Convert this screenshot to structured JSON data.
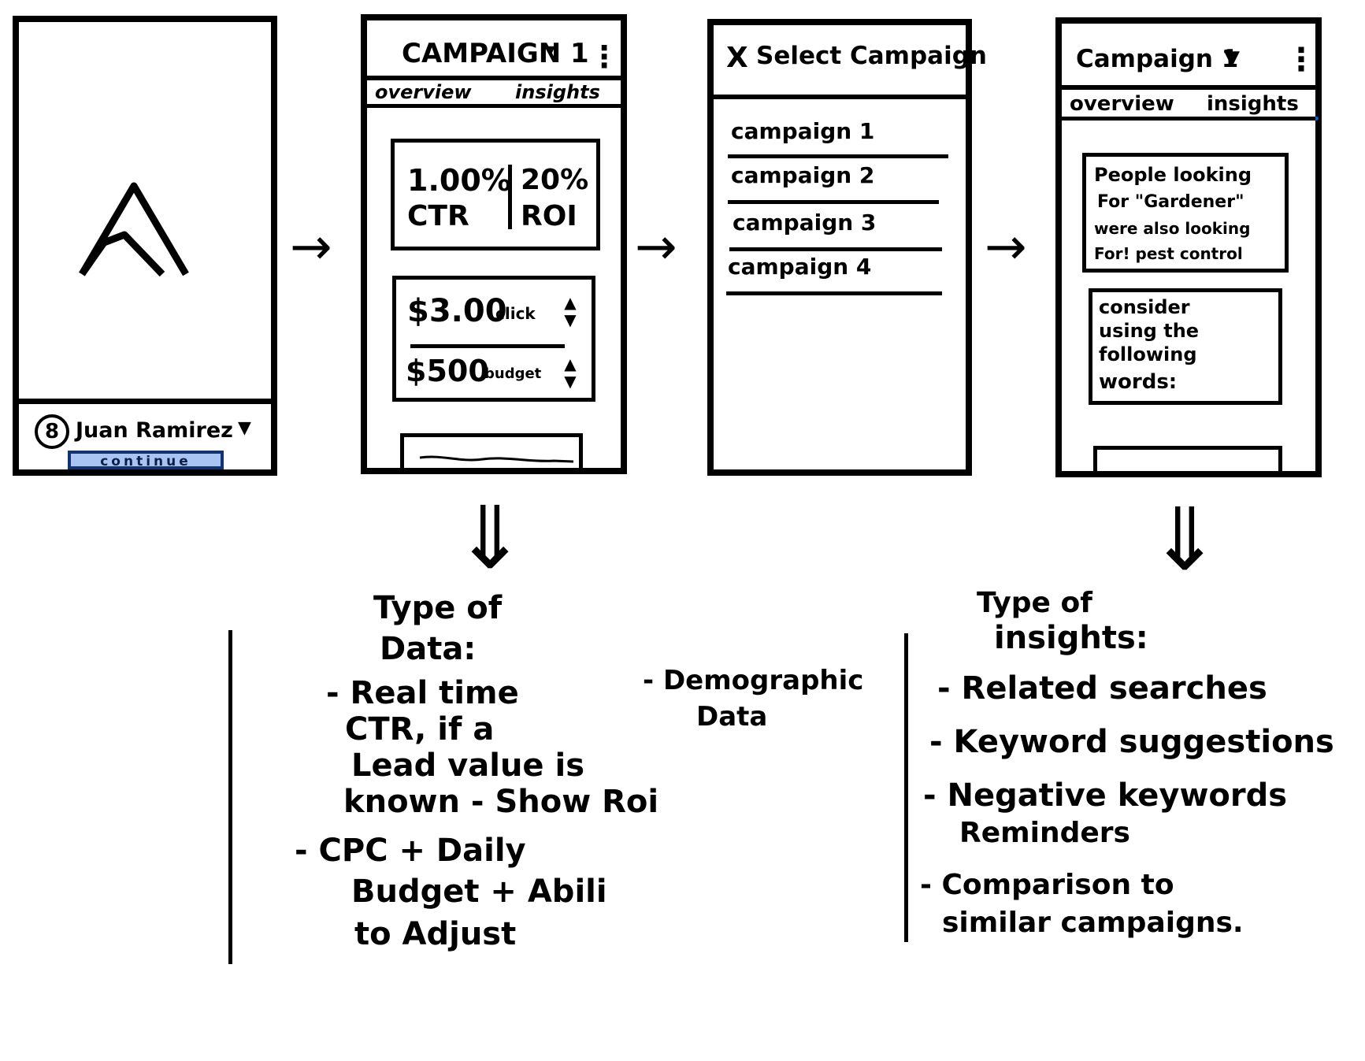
{
  "screen1": {
    "user_avatar": "8",
    "user_name": "Juan Ramirez",
    "dropdown_arrow": "▼",
    "continue_label": "continue"
  },
  "screen2": {
    "campaign_title": "CAMPAIGN 1",
    "title_arrow": "▾",
    "menu": "⋮",
    "tab_overview": "overview",
    "tab_insights": "insights",
    "ctr_value": "1.00%",
    "ctr_label": "CTR",
    "roi_value": "20%",
    "roi_label": "ROI",
    "cpc_value": "$3.00",
    "cpc_unit": "click",
    "budget_value": "$500",
    "budget_unit": "budget"
  },
  "screen3": {
    "close": "X",
    "title": "Select Campaign",
    "items": [
      "campaign 1",
      "campaign 2",
      "campaign 3",
      "campaign 4"
    ]
  },
  "screen4": {
    "campaign_title": "Campaign 1",
    "title_arrow": "▼",
    "menu": "⋮",
    "tab_overview": "overview",
    "tab_insights": "insights",
    "insight_card_1": [
      "People looking",
      "For \"Gardener\"",
      "were also looking",
      "For! pest control"
    ],
    "insight_card_2": [
      "consider",
      "using the",
      "following",
      "words:"
    ]
  },
  "notes_overview": {
    "heading": [
      "Type of",
      "Data:"
    ],
    "bullet1": [
      "- Real time",
      "CTR, if a",
      "Lead value is",
      "known - Show Roi"
    ],
    "bullet2": [
      "- CPC + Daily",
      "Budget + Abili",
      "to Adjust"
    ],
    "bullet3": [
      "- Demographic",
      "Data"
    ]
  },
  "notes_insights": {
    "heading": [
      "Type of",
      "insights:"
    ],
    "bullets": [
      [
        "- Related searches"
      ],
      [
        "- Keyword suggestions"
      ],
      [
        "- Negative keywords",
        "Reminders"
      ],
      [
        "- Comparison to",
        "similar campaigns."
      ]
    ]
  },
  "arrows": {
    "right": "→",
    "down": "⇓"
  },
  "colors": {
    "accent_blue": "#1a56d6",
    "button_fill": "#a9c4f2"
  }
}
